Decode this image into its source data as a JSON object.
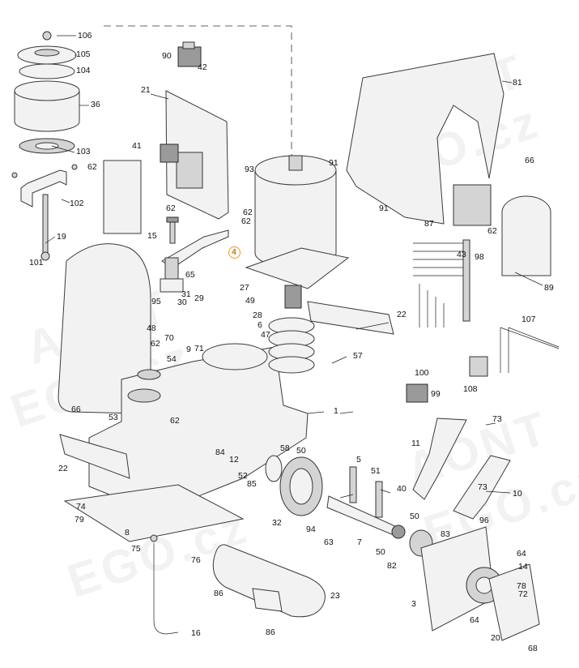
{
  "watermark": {
    "text_1": "AONT",
    "text_2": "EGO.cz",
    "color": "#000000"
  },
  "highlight_color": "#e59a2b",
  "callouts": [
    {
      "id": "c106",
      "text": "106"
    },
    {
      "id": "c105",
      "text": "105"
    },
    {
      "id": "c104",
      "text": "104"
    },
    {
      "id": "c36",
      "text": "36"
    },
    {
      "id": "c103",
      "text": "103"
    },
    {
      "id": "c62a",
      "text": "62"
    },
    {
      "id": "c102",
      "text": "102"
    },
    {
      "id": "c19",
      "text": "19"
    },
    {
      "id": "c101",
      "text": "101"
    },
    {
      "id": "c90",
      "text": "90"
    },
    {
      "id": "c42",
      "text": "42"
    },
    {
      "id": "c21",
      "text": "21"
    },
    {
      "id": "c41",
      "text": "41"
    },
    {
      "id": "c62b",
      "text": "62"
    },
    {
      "id": "c15",
      "text": "15"
    },
    {
      "id": "c62c",
      "text": "62"
    },
    {
      "id": "c62d",
      "text": "62"
    },
    {
      "id": "c4",
      "text": "4",
      "highlight": true
    },
    {
      "id": "c93",
      "text": "93"
    },
    {
      "id": "c91a",
      "text": "91"
    },
    {
      "id": "c81",
      "text": "81"
    },
    {
      "id": "c66a",
      "text": "66"
    },
    {
      "id": "c91b",
      "text": "91"
    },
    {
      "id": "c87",
      "text": "87"
    },
    {
      "id": "c62e",
      "text": "62"
    },
    {
      "id": "c98",
      "text": "98"
    },
    {
      "id": "c43",
      "text": "43"
    },
    {
      "id": "c89",
      "text": "89"
    },
    {
      "id": "c65",
      "text": "65"
    },
    {
      "id": "c27",
      "text": "27"
    },
    {
      "id": "c31",
      "text": "31"
    },
    {
      "id": "c29",
      "text": "29"
    },
    {
      "id": "c95",
      "text": "95"
    },
    {
      "id": "c30",
      "text": "30"
    },
    {
      "id": "c49",
      "text": "49"
    },
    {
      "id": "c28",
      "text": "28"
    },
    {
      "id": "c48",
      "text": "48"
    },
    {
      "id": "c6",
      "text": "6"
    },
    {
      "id": "c47",
      "text": "47"
    },
    {
      "id": "c22a",
      "text": "22"
    },
    {
      "id": "c107",
      "text": "107"
    },
    {
      "id": "c62f",
      "text": "62"
    },
    {
      "id": "c70",
      "text": "70"
    },
    {
      "id": "c9",
      "text": "9"
    },
    {
      "id": "c71",
      "text": "71"
    },
    {
      "id": "c54",
      "text": "54"
    },
    {
      "id": "c57",
      "text": "57"
    },
    {
      "id": "c100",
      "text": "100"
    },
    {
      "id": "c99",
      "text": "99"
    },
    {
      "id": "c108",
      "text": "108"
    },
    {
      "id": "c66b",
      "text": "66"
    },
    {
      "id": "c53",
      "text": "53"
    },
    {
      "id": "c62g",
      "text": "62"
    },
    {
      "id": "c1",
      "text": "1"
    },
    {
      "id": "c73a",
      "text": "73"
    },
    {
      "id": "c11",
      "text": "11"
    },
    {
      "id": "c84",
      "text": "84"
    },
    {
      "id": "c12",
      "text": "12"
    },
    {
      "id": "c58",
      "text": "58"
    },
    {
      "id": "c50a",
      "text": "50"
    },
    {
      "id": "c5",
      "text": "5"
    },
    {
      "id": "c51",
      "text": "51"
    },
    {
      "id": "c22b",
      "text": "22"
    },
    {
      "id": "c52",
      "text": "52"
    },
    {
      "id": "c85",
      "text": "85"
    },
    {
      "id": "c40",
      "text": "40"
    },
    {
      "id": "c73b",
      "text": "73"
    },
    {
      "id": "c10",
      "text": "10"
    },
    {
      "id": "c74",
      "text": "74"
    },
    {
      "id": "c79",
      "text": "79"
    },
    {
      "id": "c8",
      "text": "8"
    },
    {
      "id": "c32",
      "text": "32"
    },
    {
      "id": "c50b",
      "text": "50"
    },
    {
      "id": "c96",
      "text": "96"
    },
    {
      "id": "c94",
      "text": "94"
    },
    {
      "id": "c63",
      "text": "63"
    },
    {
      "id": "c7",
      "text": "7"
    },
    {
      "id": "c83",
      "text": "83"
    },
    {
      "id": "c50c",
      "text": "50"
    },
    {
      "id": "c75",
      "text": "75"
    },
    {
      "id": "c76",
      "text": "76"
    },
    {
      "id": "c82",
      "text": "82"
    },
    {
      "id": "c64a",
      "text": "64"
    },
    {
      "id": "c14",
      "text": "14"
    },
    {
      "id": "c78",
      "text": "78"
    },
    {
      "id": "c72",
      "text": "72"
    },
    {
      "id": "c86a",
      "text": "86"
    },
    {
      "id": "c23",
      "text": "23"
    },
    {
      "id": "c3",
      "text": "3"
    },
    {
      "id": "c64b",
      "text": "64"
    },
    {
      "id": "c20",
      "text": "20"
    },
    {
      "id": "c86b",
      "text": "86"
    },
    {
      "id": "c16",
      "text": "16"
    },
    {
      "id": "c68",
      "text": "68"
    }
  ]
}
